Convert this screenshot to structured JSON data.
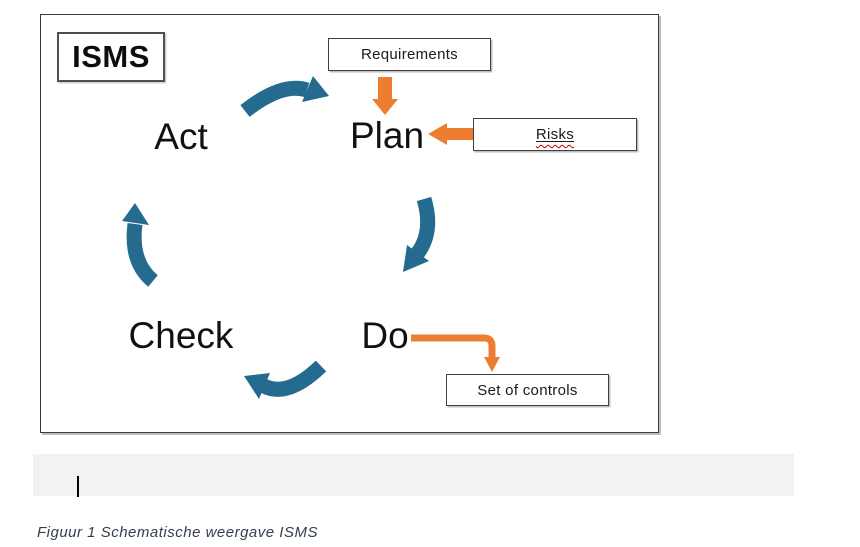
{
  "diagram": {
    "title": "ISMS",
    "nodes": {
      "act": "Act",
      "plan": "Plan",
      "do": "Do",
      "check": "Check"
    },
    "boxes": {
      "requirements": "Requirements",
      "risks": "Risks",
      "set_of_controls": "Set of controls"
    },
    "arrows": {
      "cycle": [
        "act->plan",
        "plan->do",
        "do->check",
        "check->act"
      ],
      "inputs": [
        "requirements->plan",
        "risks->plan"
      ],
      "outputs": [
        "do->set_of_controls"
      ]
    },
    "colors": {
      "cycle_arrow": "#246B8F",
      "input_output_arrow": "#ED7D31",
      "spellcheck_underline": "#C00000",
      "box_border": "#404040"
    }
  },
  "editor": {
    "caret_visible": true,
    "empty_paragraph_bg": "#F2F2F4"
  },
  "caption": {
    "text": "Figuur 1 Schematische weergave ISMS",
    "color": "#333F4F"
  }
}
